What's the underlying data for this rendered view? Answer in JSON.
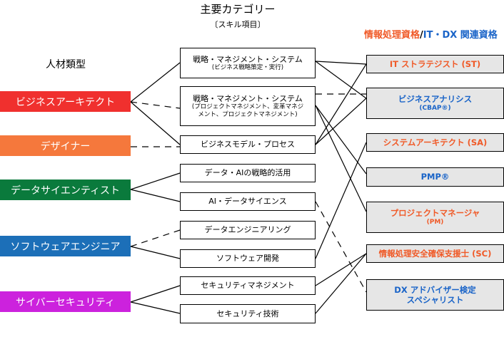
{
  "title": "主要カテゴリー",
  "subtitle": "〔スキル項目〕",
  "roles_heading": "人材類型",
  "quals_heading": {
    "part1": "情報処理資格",
    "separator": "/",
    "part2": "IT・DX 関連資格",
    "color_part1": "#f05a28",
    "color_part2": "#1a64c8"
  },
  "colors": {
    "business_architect": "#f0302e",
    "designer": "#f5783c",
    "data_scientist": "#0a7a3c",
    "software_engineer": "#1c6fb8",
    "cyber_security": "#cc22dd",
    "qual_orange_text": "#f05a28",
    "qual_blue_text": "#1a64c8"
  },
  "roles": [
    {
      "label": "ビジネスアーキテクト"
    },
    {
      "label": "デザイナー"
    },
    {
      "label": "データサイエンティスト"
    },
    {
      "label": "ソフトウェアエンジニア"
    },
    {
      "label": "サイバーセキュリティ"
    }
  ],
  "categories": [
    {
      "label": "戦略・マネジメント・システム",
      "sub": "(ビジネス戦略策定・実行)"
    },
    {
      "label": "戦略・マネジメント・システム",
      "sub": "(プロジェクトマネジメント、変革マネジ\nメント、プロジェクトマネジメント)"
    },
    {
      "label": "ビジネスモデル・プロセス",
      "sub": ""
    },
    {
      "label": "データ・AIの戦略的活用",
      "sub": ""
    },
    {
      "label": "AI・データサイエンス",
      "sub": ""
    },
    {
      "label": "データエンジニアリング",
      "sub": ""
    },
    {
      "label": "ソフトウェア開発",
      "sub": ""
    },
    {
      "label": "セキュリティマネジメント",
      "sub": ""
    },
    {
      "label": "セキュリティ技術",
      "sub": ""
    }
  ],
  "qualifications": [
    {
      "label": "IT ストラテジスト (ST)",
      "sub": "",
      "color": "orange"
    },
    {
      "label": "ビジネスアナリシス",
      "sub": "(CBAP®)",
      "color": "blue"
    },
    {
      "label": "システムアーキテクト (SA)",
      "sub": "",
      "color": "orange"
    },
    {
      "label": "PMP®",
      "sub": "",
      "color": "blue"
    },
    {
      "label": "プロジェクトマネージャ",
      "sub": "(PM)",
      "color": "orange"
    },
    {
      "label": "情報処理安全確保支援士 (SC)",
      "sub": "",
      "color": "orange"
    },
    {
      "label": "DX アドバイザー検定",
      "sub": "スペシャリスト",
      "color": "blue"
    }
  ]
}
